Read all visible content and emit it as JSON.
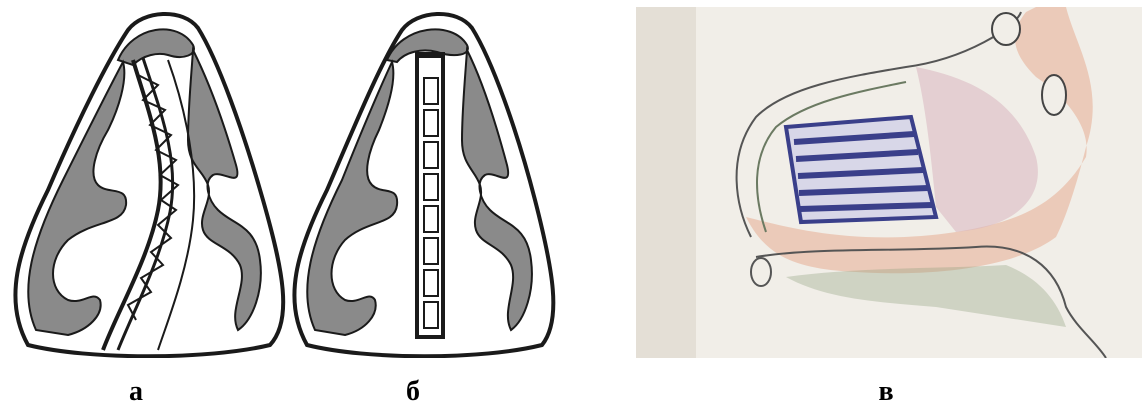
{
  "captions": {
    "a": "а",
    "b": "б",
    "c": "в"
  },
  "colors": {
    "ink": "#1a1a1a",
    "shade": "#8a8a8a",
    "paper": "#f1eee8",
    "septum_blue": "#3a3f8a",
    "tissue_orange": "#e7b39a",
    "tissue_pink": "#d9b7bf",
    "mucosa_green": "#8fa07e"
  },
  "icons": {
    "panel_a": "nasal-cross-section-deviated-septum",
    "panel_b": "nasal-cross-section-straight-septum",
    "panel_c": "nasal-septum-lateral-sketch"
  }
}
